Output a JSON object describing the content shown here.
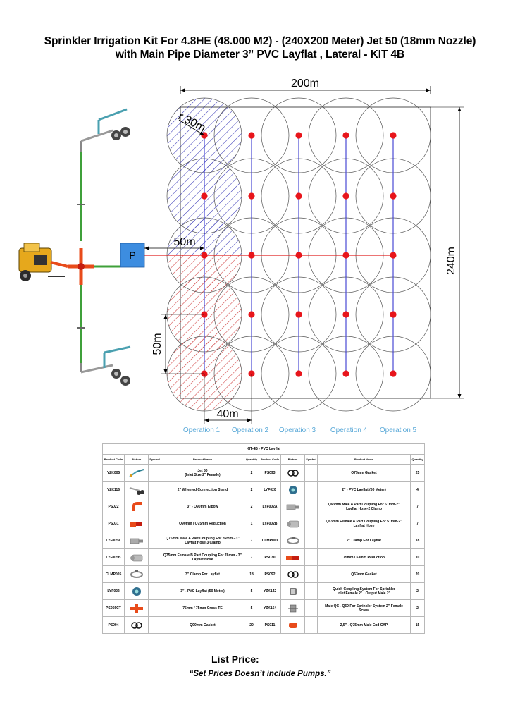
{
  "title": {
    "line1": "Sprinkler Irrigation Kit For 4.8HE (48.000 M2) -  (240X200 Meter) Jet 50 (18mm Nozzle)",
    "line2": "with Main Pipe Diameter 3” PVC Layflat , Lateral - KIT 4B"
  },
  "diagram": {
    "dim_width": "200m",
    "dim_height": "240m",
    "radius": "r 30m",
    "main_offset": "50m",
    "row_spacing": "50m",
    "col_spacing": "40m",
    "pump_label": "P",
    "operations": [
      "Operation 1",
      "Operation 2",
      "Operation 3",
      "Operation 4",
      "Operation 5"
    ],
    "colors": {
      "main_line": "#e02020",
      "lateral_line": "#3a3ad0",
      "sprinkler": "#e8151b",
      "pump_box": "#3d8de0",
      "operation_text": "#5aa9d8",
      "hatch_blue": "#3a3ab8",
      "hatch_red": "#d04040",
      "layflat": "#3fa03a"
    }
  },
  "table": {
    "caption": "KIT-4B - PVC Layflat",
    "headers": [
      "Product Code",
      "Picture",
      "Symbol",
      "Product Name",
      "Quantity",
      "Product Code",
      "Picture",
      "Symbol",
      "Product Name",
      "Quantity"
    ],
    "rows": [
      {
        "l_code": "YZK005",
        "l_icon": "sprinkler-gun-icon",
        "l_name": "Jet 50\n(Inlet Size 2” Female)",
        "l_qty": "2",
        "r_code": "PS093",
        "r_icon": "gasket-icon",
        "r_name": "Q75mm Gasket",
        "r_qty": "25"
      },
      {
        "l_code": "YZK116",
        "l_icon": "wheeled-stand-icon",
        "l_name": "2” Wheeled Connection Stand",
        "l_qty": "2",
        "r_code": "LYF020",
        "r_icon": "layflat-hose-icon",
        "r_name": "2” - PVC Layflat (50 Meter)",
        "r_qty": "4"
      },
      {
        "l_code": "PS022",
        "l_icon": "elbow-icon",
        "l_name": "3” - Q90mm Elbow",
        "l_qty": "2",
        "r_code": "LYF002A",
        "r_icon": "male-coupling-icon",
        "r_name": "Q63mm Male A Part Coupling For 51mm-2”\nLayflat Hose-2 Clamp",
        "r_qty": "7"
      },
      {
        "l_code": "PS031",
        "l_icon": "reduction-icon",
        "l_name": "Q90mm / Q75mm Reduction",
        "l_qty": "1",
        "r_code": "LYF002B",
        "r_icon": "female-coupling-icon",
        "r_name": "Q63mm Female A Part Coupling For 51mm-2”\nLayflat Hose",
        "r_qty": "7"
      },
      {
        "l_code": "LYF005A",
        "l_icon": "male-coupling-icon",
        "l_name": "Q75mm Male A Part Coupling For 76mm - 3”\nLayflat Hose 3 Clamp",
        "l_qty": "7",
        "r_code": "CLMP003",
        "r_icon": "clamp-icon",
        "r_name": "2” Clamp For Layflat",
        "r_qty": "18"
      },
      {
        "l_code": "LYF005B",
        "l_icon": "female-coupling-icon",
        "l_name": "Q75mm Female B Part Coupling For 76mm - 3”\nLayflat Hose",
        "l_qty": "7",
        "r_code": "PS030",
        "r_icon": "reduction-icon",
        "r_name": "75mm / 63mm Reduction",
        "r_qty": "10"
      },
      {
        "l_code": "CLMP005",
        "l_icon": "clamp-icon",
        "l_name": "3” Clamp For Layflat",
        "l_qty": "18",
        "r_code": "PS092",
        "r_icon": "gasket-icon",
        "r_name": "Q63mm Gasket",
        "r_qty": "20"
      },
      {
        "l_code": "LYF022",
        "l_icon": "layflat-hose-icon",
        "l_name": "3” - PVC Layflat (50 Meter)",
        "l_qty": "5",
        "r_code": "YZK142",
        "r_icon": "quick-coupling-icon",
        "r_name": "Quick Coupling System For Sprinkler\nInlet Female 2” / Output Male 2”",
        "r_qty": "2"
      },
      {
        "l_code": "PS056CT",
        "l_icon": "cross-tee-icon",
        "l_name": "75mm / 75mm Cross TE",
        "l_qty": "5",
        "r_code": "YZK154",
        "r_icon": "male-qc-icon",
        "r_name": "Male QC - Q60 For Sprinkler System 2” Female\nScrew",
        "r_qty": "2"
      },
      {
        "l_code": "PS094",
        "l_icon": "gasket-icon",
        "l_name": "Q90mm Gasket",
        "l_qty": "20",
        "r_code": "PS011",
        "r_icon": "end-cap-icon",
        "r_name": "2,5” - Q75mm Male End CAP",
        "r_qty": "15"
      }
    ]
  },
  "footer": {
    "list_price": "List Price:",
    "note": "“Set Prices Doesn’t include Pumps.”"
  }
}
